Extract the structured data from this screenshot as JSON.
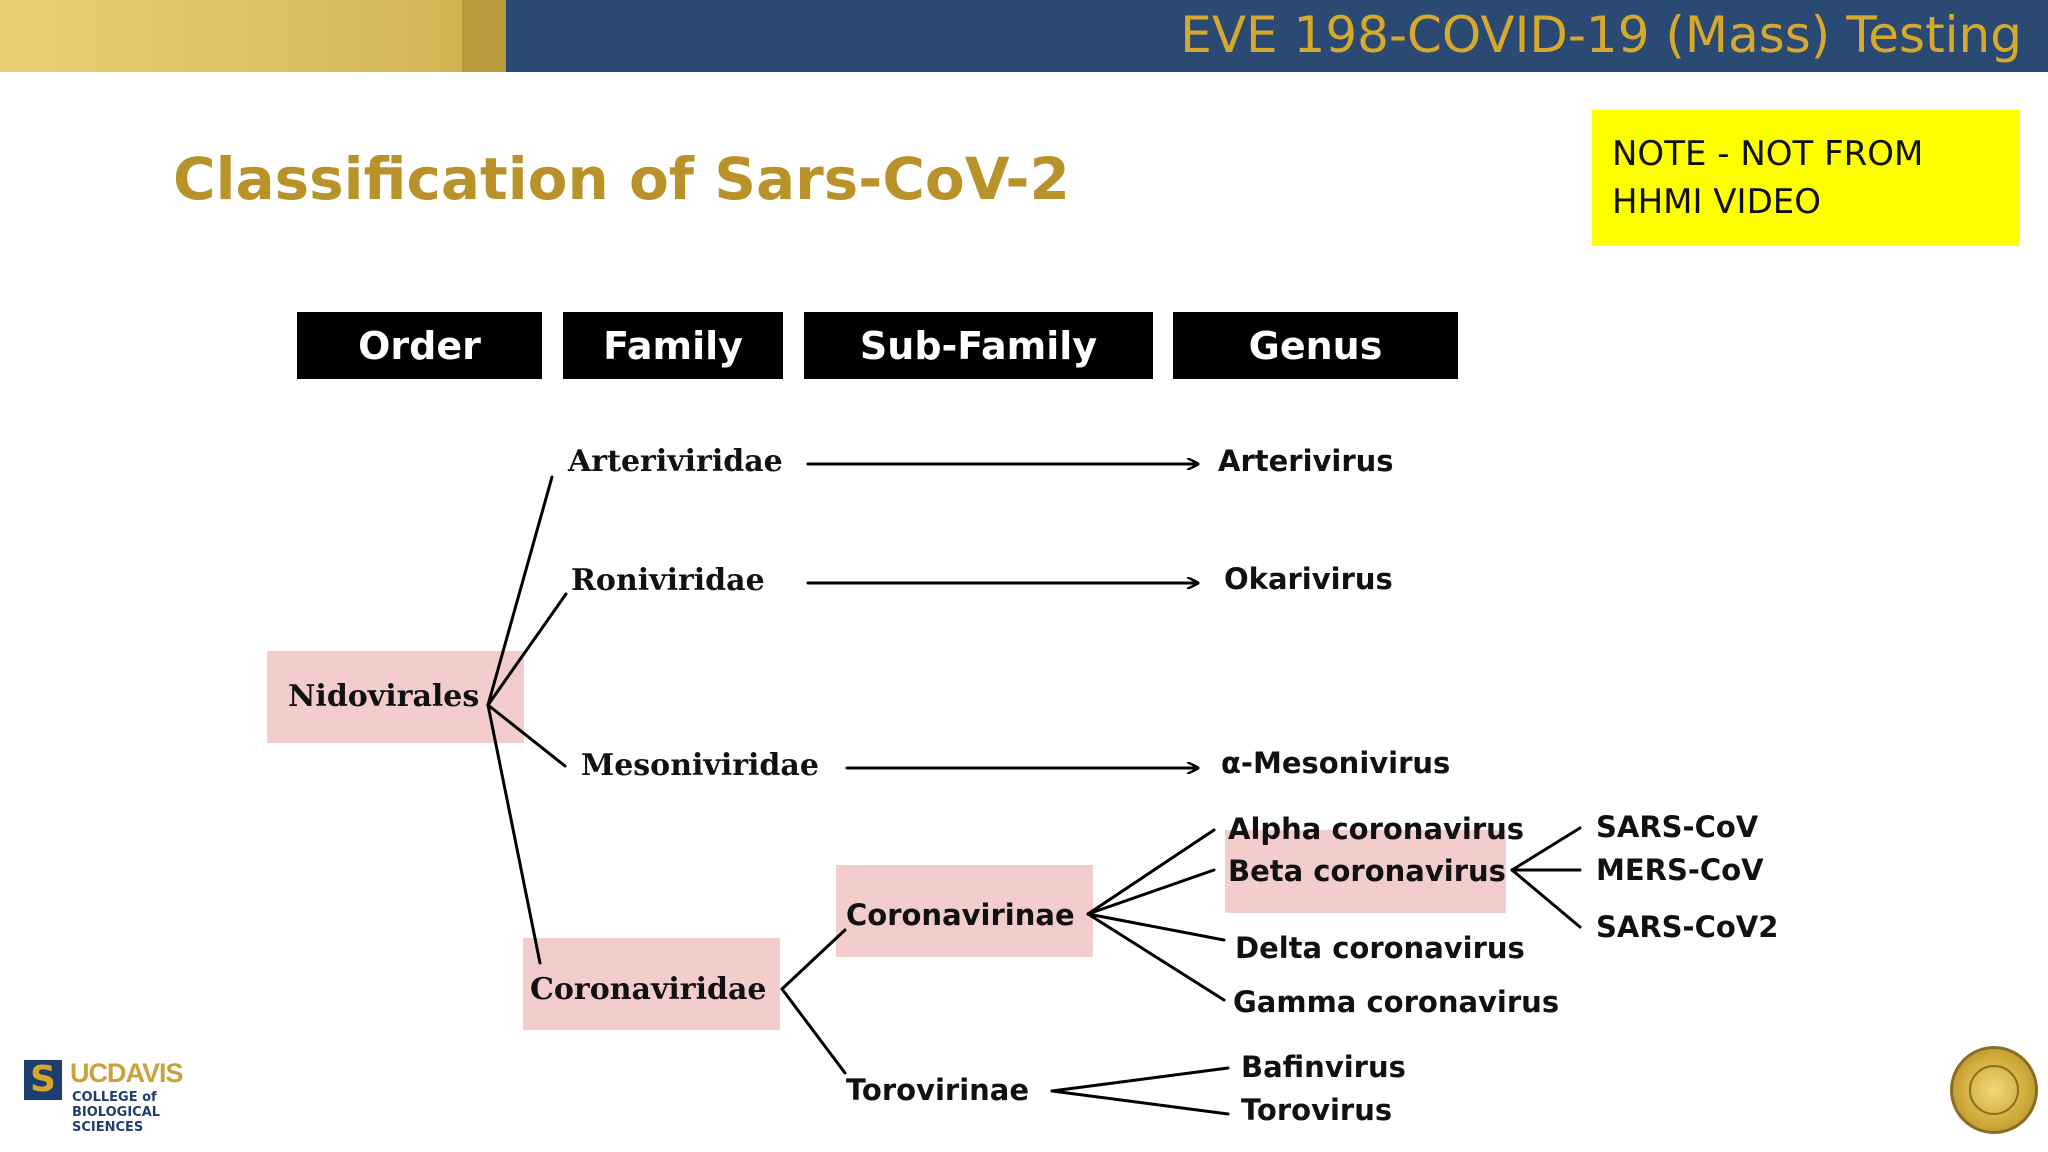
{
  "header": {
    "title": "EVE 198-COVID-19 (Mass) Testing"
  },
  "slide": {
    "title": "Classification of Sars-CoV-2"
  },
  "note": {
    "text": "NOTE - NOT FROM HHMI VIDEO"
  },
  "columns": [
    "Order",
    "Family",
    "Sub-Family",
    "Genus"
  ],
  "order": "Nidovirales",
  "families": {
    "arteriviridae": "Arteriviridae",
    "roniviridae": "Roniviridae",
    "mesoniviridae": "Mesoniviridae",
    "coronaviridae": "Coronaviridae"
  },
  "subfamilies": {
    "coronavirinae": "Coronavirinae",
    "torovirinae": "Torovirinae"
  },
  "genera": {
    "arterivirus": "Arterivirus",
    "okarivirus": "Okarivirus",
    "mesonivirus": "α-Mesonivirus",
    "alpha": "Alpha coronavirus",
    "beta": "Beta coronavirus",
    "delta": "Delta coronavirus",
    "gamma": "Gamma coronavirus",
    "bafinvirus": "Bafinvirus",
    "torovirus": "Torovirus"
  },
  "species": [
    "SARS-CoV",
    "MERS-CoV",
    "SARS-CoV2"
  ],
  "logo": {
    "name": "UCDAVIS",
    "college": "COLLEGE of\nBIOLOGICAL\nSCIENCES"
  },
  "colors": {
    "navy": "#2b4a73",
    "gold": "#d6a92d",
    "title_gold": "#b99329",
    "highlight": "#f3cccc",
    "note_bg": "#ffff00"
  }
}
